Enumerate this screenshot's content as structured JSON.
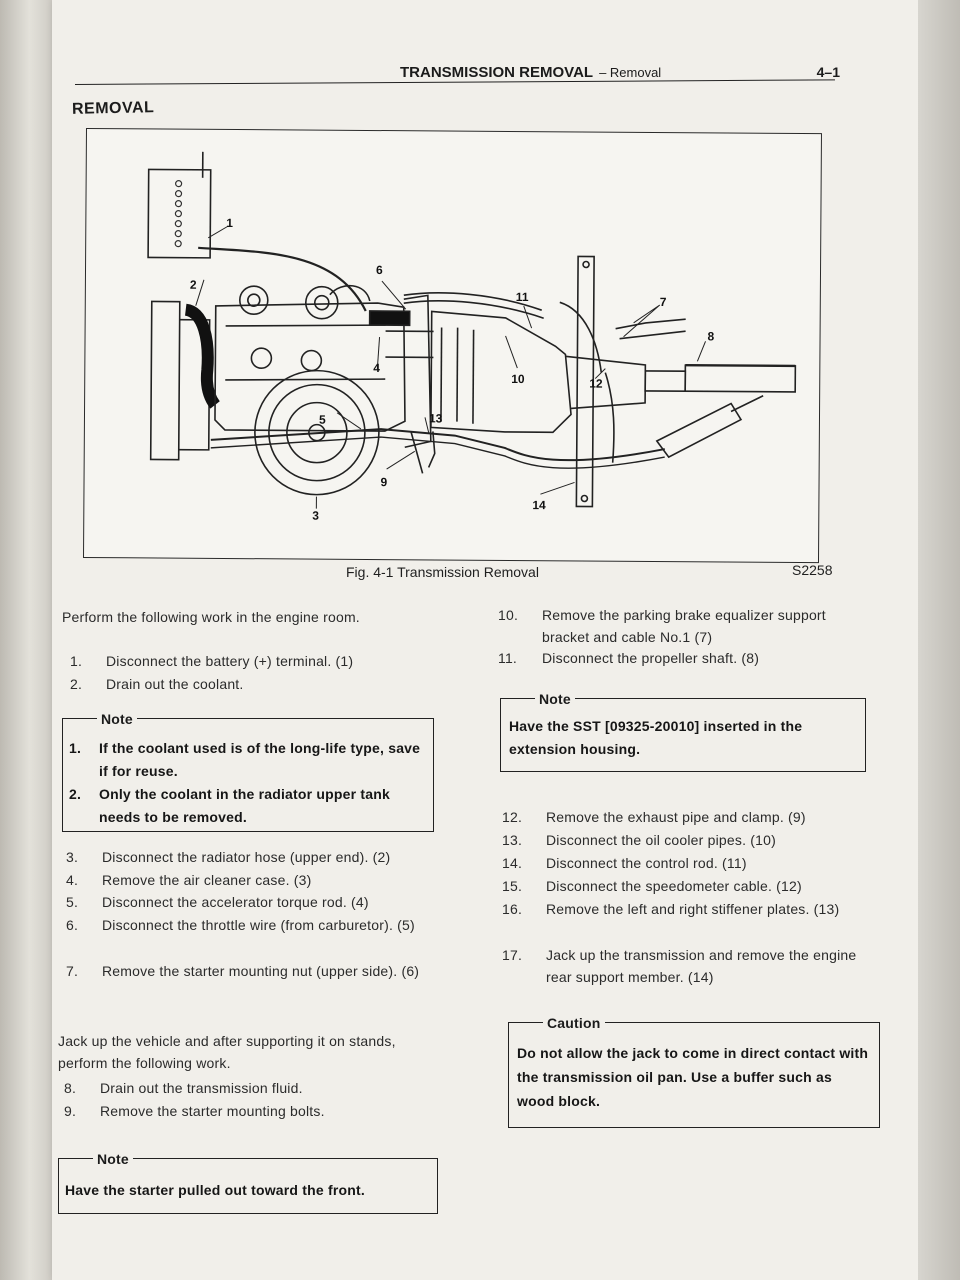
{
  "header": {
    "title": "TRANSMISSION REMOVAL",
    "subtitle": "– Removal",
    "page_number": "4–1"
  },
  "section_title": "REMOVAL",
  "figure": {
    "caption": "Fig. 4-1  Transmission Removal",
    "code": "S2258",
    "callouts": [
      "1",
      "2",
      "3",
      "4",
      "5",
      "6",
      "7",
      "8",
      "9",
      "10",
      "11",
      "12",
      "13",
      "14"
    ]
  },
  "left_column": {
    "intro": "Perform the following work in the engine room.",
    "steps_a": [
      {
        "n": "1.",
        "t": "Disconnect the battery (+) terminal. (1)"
      },
      {
        "n": "2.",
        "t": "Drain out the coolant."
      }
    ],
    "note1": {
      "label": "Note",
      "items": [
        {
          "n": "1.",
          "t": "If the coolant used is of the long-life type, save if for reuse."
        },
        {
          "n": "2.",
          "t": "Only the coolant in the radiator upper tank needs to be removed."
        }
      ]
    },
    "steps_b": [
      {
        "n": "3.",
        "t": "Disconnect the radiator hose (upper end). (2)"
      },
      {
        "n": "4.",
        "t": "Remove the air cleaner case. (3)"
      },
      {
        "n": "5.",
        "t": "Disconnect the accelerator torque rod. (4)"
      },
      {
        "n": "6.",
        "t": "Disconnect the throttle wire (from carburetor). (5)"
      },
      {
        "n": "7.",
        "t": "Remove the starter mounting nut (upper side). (6)"
      }
    ],
    "intro2": "Jack up the vehicle and after supporting it on stands, perform the following work.",
    "steps_c": [
      {
        "n": "8.",
        "t": "Drain out the transmission fluid."
      },
      {
        "n": "9.",
        "t": "Remove the starter mounting bolts."
      }
    ],
    "note2": {
      "label": "Note",
      "text": "Have the starter pulled out toward the front."
    }
  },
  "right_column": {
    "steps_a": [
      {
        "n": "10.",
        "t": "Remove the parking brake equalizer support bracket and cable No.1 (7)"
      },
      {
        "n": "11.",
        "t": "Disconnect the propeller shaft. (8)"
      }
    ],
    "note": {
      "label": "Note",
      "text": "Have the SST [09325-20010] inserted in the extension housing."
    },
    "steps_b": [
      {
        "n": "12.",
        "t": "Remove the exhaust pipe and clamp. (9)"
      },
      {
        "n": "13.",
        "t": "Disconnect the oil cooler pipes. (10)"
      },
      {
        "n": "14.",
        "t": "Disconnect the control rod. (11)"
      },
      {
        "n": "15.",
        "t": "Disconnect the speedometer cable. (12)"
      },
      {
        "n": "16.",
        "t": "Remove the left and right stiffener plates. (13)"
      },
      {
        "n": "17.",
        "t": "Jack up the transmission and remove the engine rear support member. (14)"
      }
    ],
    "caution": {
      "label": "Caution",
      "text": "Do not allow the jack to come in direct contact with the transmission oil pan. Use a buffer such as wood block."
    }
  }
}
